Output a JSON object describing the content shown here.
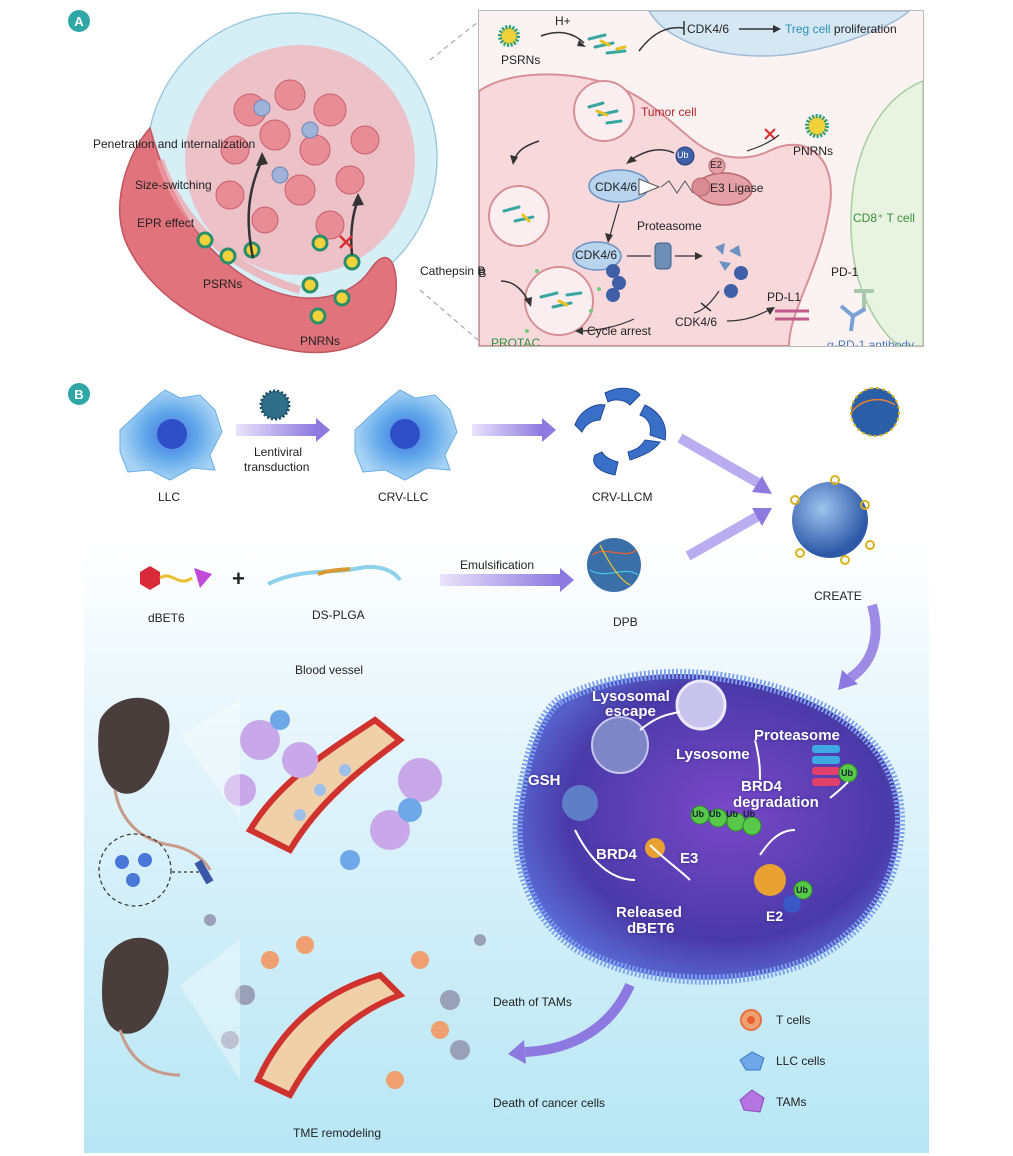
{
  "panel_a": {
    "badge": "A",
    "left": {
      "penetration": "Penetration and internalization",
      "size_switching": "Size-switching",
      "epr": "EPR effect",
      "psrns": "PSRNs",
      "pnrns": "PNRNs"
    },
    "inset": {
      "psrns": "PSRNs",
      "h_plus": "H+",
      "cdk46_top": "CDK4/6",
      "treg_prefix": "Treg cell",
      "treg_suffix": " proliferation",
      "tumor_cell": "Tumor cell",
      "pnrns": "PNRNs",
      "ub": "Ub",
      "e2": "E2",
      "cdk46_mid": "CDK4/6",
      "e3_ligase": "E3 Ligase",
      "cd8": "CD8⁺ T cell",
      "proteasome": "Proteasome",
      "cdk46_low": "CDK4/6",
      "cathepsin": "Cathepsin B",
      "pd1": "PD-1",
      "pdl1": "PD-L1",
      "cdk46_bottom": "CDK4/6",
      "cycle_arrest": "Cycle arrest",
      "protac": "PROTAC",
      "antibody": "α-PD-1 antibody"
    }
  },
  "panel_b": {
    "badge": "B",
    "llc": "LLC",
    "lentiviral": "Lentiviral",
    "transduction": "transduction",
    "crv_llc": "CRV-LLC",
    "crv_llcm": "CRV-LLCM",
    "create": "CREATE",
    "dbet6": "dBET6",
    "plus": "+",
    "ds_plga": "DS-PLGA",
    "emulsification": "Emulsification",
    "dpb": "DPB",
    "blood_vessel": "Blood vessel",
    "lysosomal_escape_1": "Lysosomal",
    "lysosomal_escape_2": "escape",
    "lysosome": "Lysosome",
    "proteasome": "Proteasome",
    "gsh": "GSH",
    "ub": "Ub",
    "brd4_degradation_1": "BRD4",
    "brd4_degradation_2": "degradation",
    "brd4": "BRD4",
    "e3": "E3",
    "released_1": "Released",
    "released_2": "dBET6",
    "e2": "E2",
    "death_tams": "Death of TAMs",
    "death_cancer": "Death of cancer cells",
    "tme": "TME remodeling",
    "legend": [
      "T cells",
      "LLC cells",
      "TAMs"
    ]
  },
  "colors": {
    "teal_badge": "#2fa7a6",
    "tumor_red": "#b3262b",
    "treg_blue": "#2b8fb8",
    "cd8_green": "#3a8f3a",
    "protac_green": "#2f8f3f",
    "antibody_blue": "#4a78b8",
    "cell_purple": "#5b3bb8"
  }
}
